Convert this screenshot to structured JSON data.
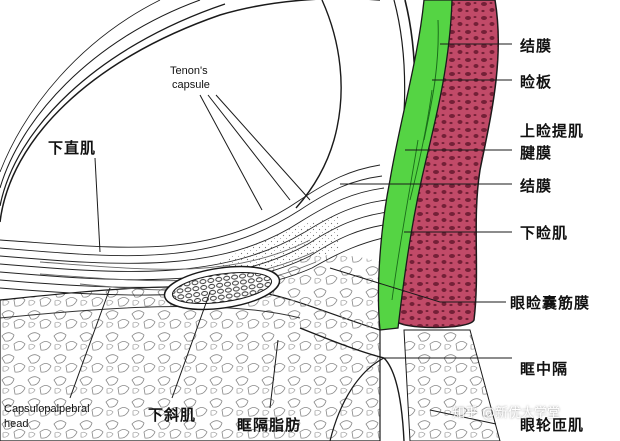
{
  "labels": {
    "tenon_line1": "Tenon's",
    "tenon_line2": "capsule",
    "inferior_rectus": "下直肌",
    "conjunctiva_top": "结膜",
    "tarsus": "睑板",
    "lpss_fascia_line1": "上睑提肌",
    "lpss_fascia_line2": "腱膜",
    "conjunctiva_mid": "结膜",
    "inferior_tarsal_muscle": "下睑肌",
    "capsulopalpebral_fascia": "眼睑囊筋膜",
    "orbital_septum": "眶中隔",
    "capsulopalpebral_line1": "Capsulopalpebral",
    "capsulopalpebral_line2": "head",
    "inferior_oblique": "下斜肌",
    "orbital_fat": "眶隔脂肪",
    "orbicularis": "眼轮匝肌"
  },
  "watermark": "知乎 @新优大学堂",
  "colors": {
    "muscle_red": "#b83c5c",
    "conjunctiva_green": "#4ccc3c",
    "line": "#1a1a1a"
  }
}
